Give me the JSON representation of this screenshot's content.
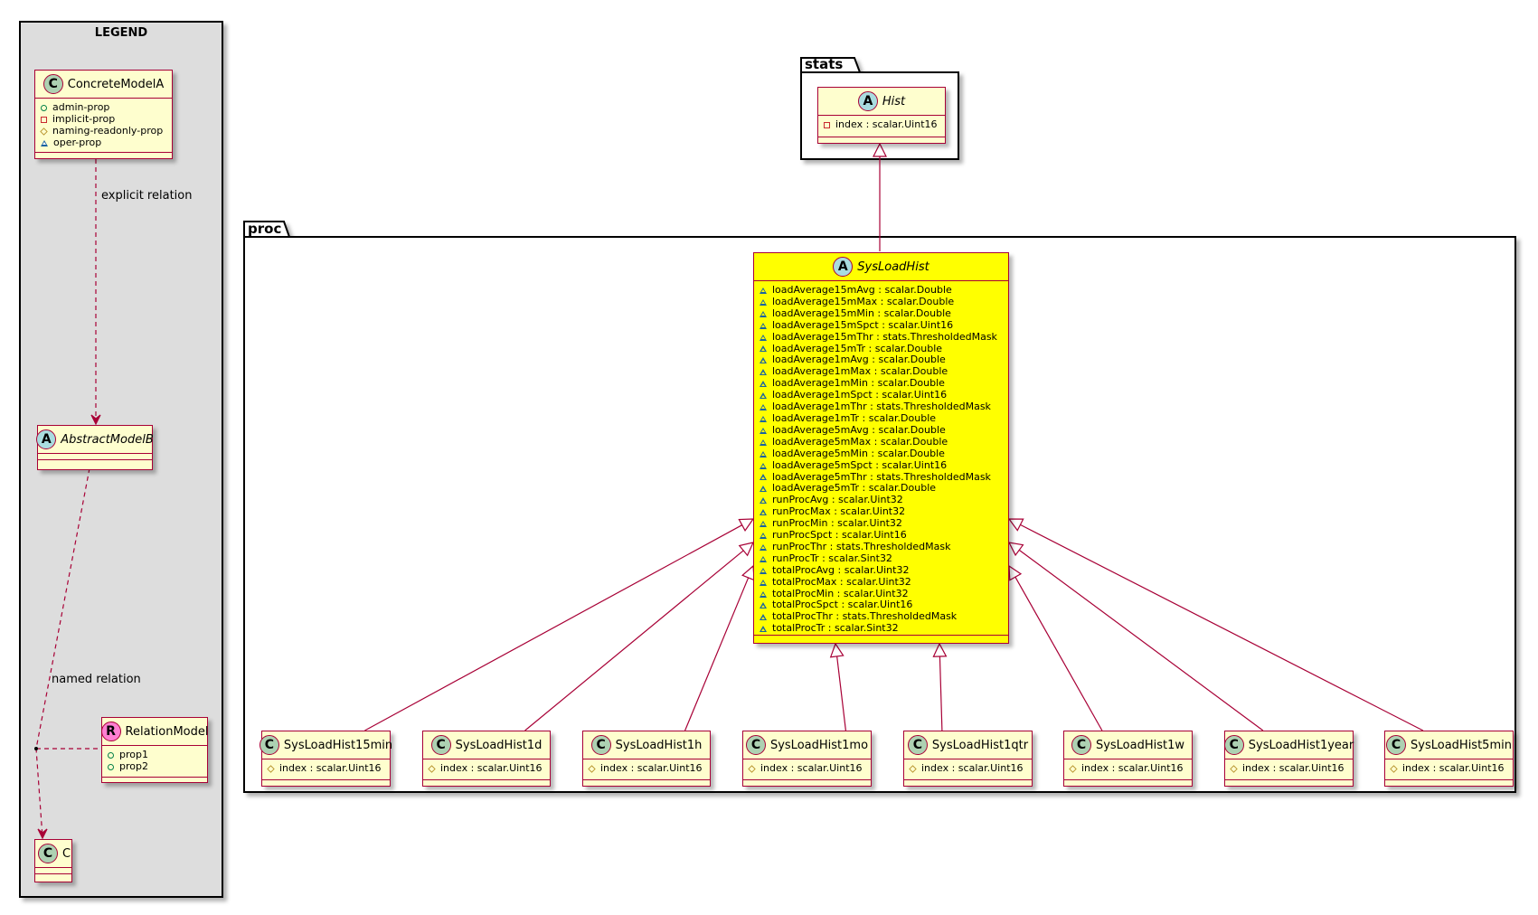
{
  "legend": {
    "title": "LEGEND",
    "concrete": {
      "name": "ConcreteModelA",
      "stereotype": "C",
      "attributes": [
        {
          "vis": "public",
          "text": "admin-prop"
        },
        {
          "vis": "private",
          "text": "implicit-prop"
        },
        {
          "vis": "protected",
          "text": "naming-readonly-prop"
        },
        {
          "vis": "package",
          "text": "oper-prop"
        }
      ]
    },
    "abstract": {
      "name": "AbstractModelB",
      "stereotype": "A"
    },
    "relation_model": {
      "name": "RelationModel",
      "stereotype": "R",
      "attributes": [
        {
          "vis": "public",
          "text": "prop1"
        },
        {
          "vis": "public",
          "text": "prop2"
        }
      ]
    },
    "target": {
      "name": "C",
      "stereotype": "C"
    },
    "explicit_label": "explicit relation",
    "named_label": "named relation"
  },
  "packages": {
    "stats": "stats",
    "proc": "proc"
  },
  "hist": {
    "name": "Hist",
    "stereotype": "A",
    "attributes": [
      {
        "vis": "private",
        "text": "index : scalar.Uint16"
      }
    ]
  },
  "sysloadhist": {
    "name": "SysLoadHist",
    "stereotype": "A",
    "highlight_color": "#ffff00",
    "attributes": [
      "loadAverage15mAvg : scalar.Double",
      "loadAverage15mMax : scalar.Double",
      "loadAverage15mMin : scalar.Double",
      "loadAverage15mSpct : scalar.Uint16",
      "loadAverage15mThr : stats.ThresholdedMask",
      "loadAverage15mTr : scalar.Double",
      "loadAverage1mAvg : scalar.Double",
      "loadAverage1mMax : scalar.Double",
      "loadAverage1mMin : scalar.Double",
      "loadAverage1mSpct : scalar.Uint16",
      "loadAverage1mThr : stats.ThresholdedMask",
      "loadAverage1mTr : scalar.Double",
      "loadAverage5mAvg : scalar.Double",
      "loadAverage5mMax : scalar.Double",
      "loadAverage5mMin : scalar.Double",
      "loadAverage5mSpct : scalar.Uint16",
      "loadAverage5mThr : stats.ThresholdedMask",
      "loadAverage5mTr : scalar.Double",
      "runProcAvg : scalar.Uint32",
      "runProcMax : scalar.Uint32",
      "runProcMin : scalar.Uint32",
      "runProcSpct : scalar.Uint16",
      "runProcThr : stats.ThresholdedMask",
      "runProcTr : scalar.Sint32",
      "totalProcAvg : scalar.Uint32",
      "totalProcMax : scalar.Uint32",
      "totalProcMin : scalar.Uint32",
      "totalProcSpct : scalar.Uint16",
      "totalProcThr : stats.ThresholdedMask",
      "totalProcTr : scalar.Sint32"
    ]
  },
  "subclasses": [
    {
      "name": "SysLoadHist15min",
      "stereotype": "C",
      "attribute": "index : scalar.Uint16"
    },
    {
      "name": "SysLoadHist1d",
      "stereotype": "C",
      "attribute": "index : scalar.Uint16"
    },
    {
      "name": "SysLoadHist1h",
      "stereotype": "C",
      "attribute": "index : scalar.Uint16"
    },
    {
      "name": "SysLoadHist1mo",
      "stereotype": "C",
      "attribute": "index : scalar.Uint16"
    },
    {
      "name": "SysLoadHist1qtr",
      "stereotype": "C",
      "attribute": "index : scalar.Uint16"
    },
    {
      "name": "SysLoadHist1w",
      "stereotype": "C",
      "attribute": "index : scalar.Uint16"
    },
    {
      "name": "SysLoadHist1year",
      "stereotype": "C",
      "attribute": "index : scalar.Uint16"
    },
    {
      "name": "SysLoadHist5min",
      "stereotype": "C",
      "attribute": "index : scalar.Uint16"
    }
  ]
}
